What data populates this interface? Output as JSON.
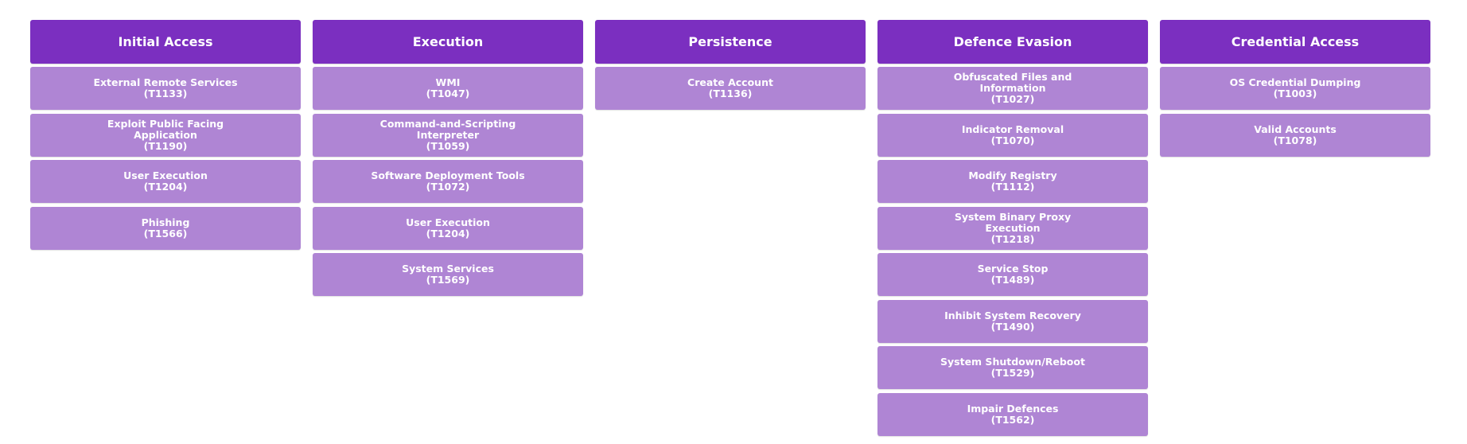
{
  "colors": {
    "header_bg": "#7b2fc0",
    "cell_bg": "#af85d4",
    "text": "#ffffff"
  },
  "tactics": [
    {
      "name": "Initial Access",
      "techniques": [
        {
          "lines": [
            "External Remote Services"
          ],
          "id": "(T1133)"
        },
        {
          "lines": [
            "Exploit Public Facing",
            "Application"
          ],
          "id": "(T1190)"
        },
        {
          "lines": [
            "User Execution"
          ],
          "id": "(T1204)"
        },
        {
          "lines": [
            "Phishing"
          ],
          "id": "(T1566)"
        }
      ]
    },
    {
      "name": "Execution",
      "techniques": [
        {
          "lines": [
            "WMI"
          ],
          "id": "(T1047)"
        },
        {
          "lines": [
            "Command-and-Scripting",
            "Interpreter"
          ],
          "id": "(T1059)"
        },
        {
          "lines": [
            "Software Deployment Tools"
          ],
          "id": "(T1072)"
        },
        {
          "lines": [
            "User Execution"
          ],
          "id": "(T1204)"
        },
        {
          "lines": [
            "System Services"
          ],
          "id": "(T1569)"
        }
      ]
    },
    {
      "name": "Persistence",
      "techniques": [
        {
          "lines": [
            "Create Account"
          ],
          "id": "(T1136)"
        }
      ]
    },
    {
      "name": "Defence Evasion",
      "techniques": [
        {
          "lines": [
            "Obfuscated Files and",
            "Information"
          ],
          "id": "(T1027)"
        },
        {
          "lines": [
            "Indicator Removal"
          ],
          "id": "(T1070)"
        },
        {
          "lines": [
            "Modify Registry"
          ],
          "id": "(T1112)"
        },
        {
          "lines": [
            "System Binary Proxy",
            "Execution"
          ],
          "id": "(T1218)"
        },
        {
          "lines": [
            "Service Stop"
          ],
          "id": "(T1489)"
        },
        {
          "lines": [
            "Inhibit System Recovery"
          ],
          "id": "(T1490)"
        },
        {
          "lines": [
            "System Shutdown/Reboot"
          ],
          "id": "(T1529)"
        },
        {
          "lines": [
            "Impair Defences"
          ],
          "id": "(T1562)"
        }
      ]
    },
    {
      "name": "Credential Access",
      "techniques": [
        {
          "lines": [
            "OS Credential Dumping"
          ],
          "id": "(T1003)"
        },
        {
          "lines": [
            "Valid Accounts"
          ],
          "id": "(T1078)"
        }
      ]
    }
  ]
}
